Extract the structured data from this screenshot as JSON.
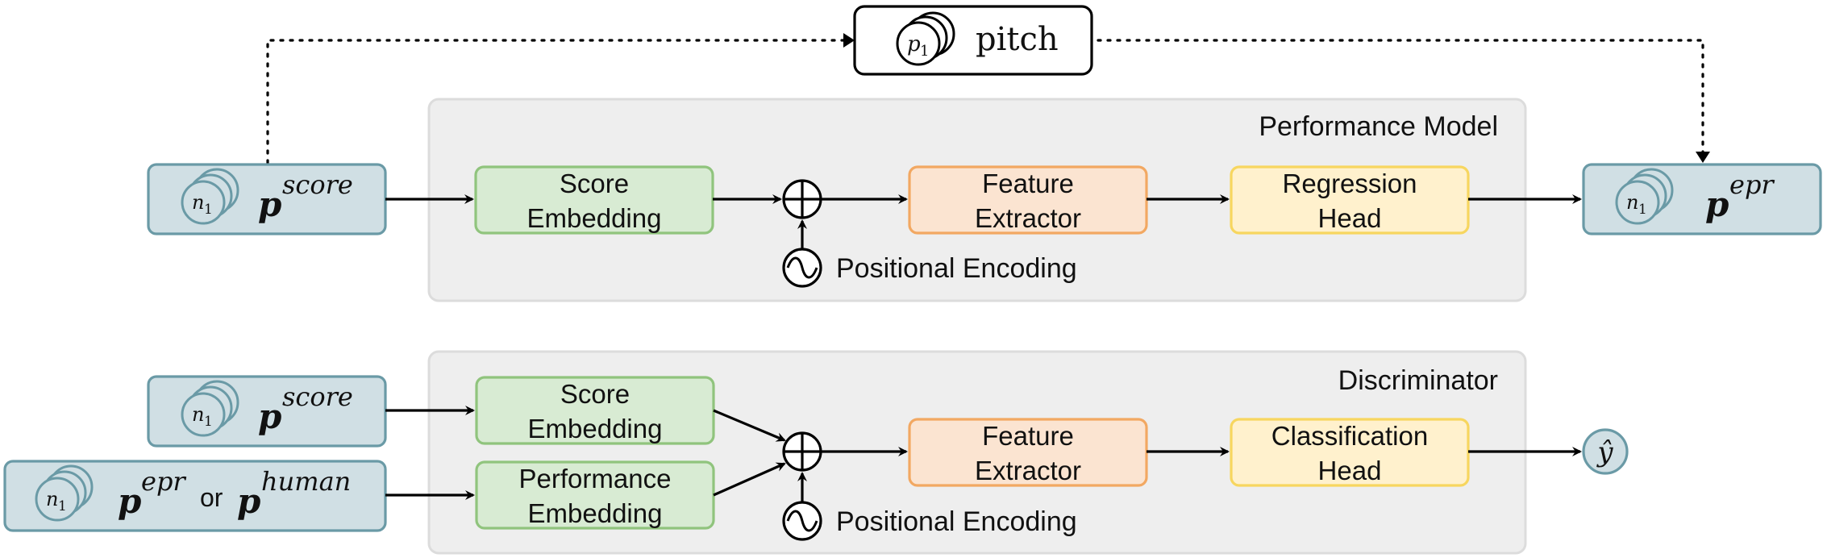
{
  "colors": {
    "panel_fill": "#eeeeee",
    "panel_stroke": "#dcdcdc",
    "token_fill": "#d0dfe4",
    "token_stroke": "#6a9aa6",
    "embedding_fill": "#d8ebd3",
    "embedding_stroke": "#90c47d",
    "extractor_fill": "#fbe4d1",
    "extractor_stroke": "#f2a862",
    "head_fill": "#fff1cd",
    "head_stroke": "#f7d65f"
  },
  "pitch": {
    "symbol": "p",
    "subscript": "1",
    "label": "pitch"
  },
  "token_symbol": "n",
  "token_subscript": "1",
  "p_symbol": "p",
  "performance_model": {
    "title": "Performance Model",
    "input": {
      "superscript": "score"
    },
    "embedding": {
      "line1": "Score",
      "line2": "Embedding"
    },
    "extractor": {
      "line1": "Feature",
      "line2": "Extractor"
    },
    "head": {
      "line1": "Regression",
      "line2": "Head"
    },
    "positional": "Positional Encoding",
    "output": {
      "superscript": "epr"
    }
  },
  "discriminator": {
    "title": "Discriminator",
    "input_score": {
      "superscript": "score"
    },
    "input_perf": {
      "sup_a": "epr",
      "or": "or",
      "sup_b": "human"
    },
    "embedding_score": {
      "line1": "Score",
      "line2": "Embedding"
    },
    "embedding_perf": {
      "line1": "Performance",
      "line2": "Embedding"
    },
    "extractor": {
      "line1": "Feature",
      "line2": "Extractor"
    },
    "head": {
      "line1": "Classification",
      "line2": "Head"
    },
    "positional": "Positional Encoding",
    "output": {
      "symbol": "ŷ"
    }
  }
}
